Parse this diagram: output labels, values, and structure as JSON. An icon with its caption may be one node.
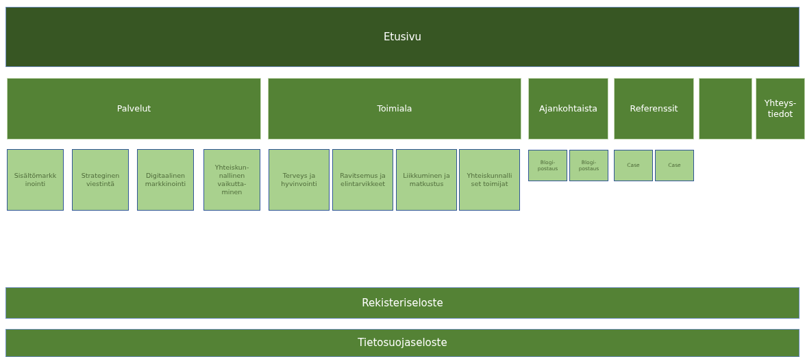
{
  "diagram": {
    "nodes": [
      {
        "text": [
          "Etusivu"
        ]
      },
      {
        "text": [
          "Palvelut"
        ]
      },
      {
        "text": [
          "Toimiala"
        ]
      },
      {
        "text": [
          "Ajankohtaista"
        ]
      },
      {
        "text": [
          "Referenssit"
        ]
      },
      {
        "text": [],
        "shape": "box"
      },
      {
        "text": [
          "Yhteys- tiedot"
        ]
      },
      {
        "text": [
          "Sisältömarkk inointi"
        ]
      },
      {
        "text": [
          "Strateginen viestintä"
        ]
      },
      {
        "text": [
          "Digitaalinen markkinointi"
        ]
      },
      {
        "text": [
          "Yhteiskun- nallinen vaikutta- minen"
        ]
      },
      {
        "text": [
          "Terveys ja hyvinvointi"
        ]
      },
      {
        "text": [
          "Ravitsemus ja elintarvikkeet"
        ]
      },
      {
        "text": [
          "Liikkuminen ja matkustus"
        ]
      },
      {
        "text": [
          "Yhteiskunnalli set toimijat"
        ]
      },
      {
        "text": [
          "Blogi- postaus"
        ]
      },
      {
        "text": [
          "Blogi- postaus"
        ]
      },
      {
        "text": [
          "Case"
        ]
      },
      {
        "text": [
          "Case"
        ]
      },
      {
        "text": [
          "Rekisteriseloste"
        ]
      },
      {
        "text": [
          "Tietosuojaseloste"
        ]
      }
    ]
  }
}
